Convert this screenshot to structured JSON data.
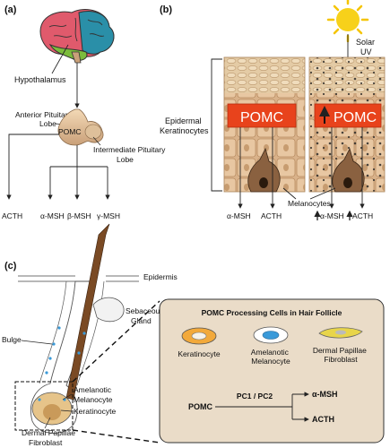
{
  "panels": {
    "a": {
      "label": "(a)",
      "brain": "Hypothalamus",
      "ant_pit": [
        "Anterior Pituitary",
        "Lobe"
      ],
      "gland": "POMC",
      "int_pit": [
        "Intermediate Pituitary",
        "Lobe"
      ],
      "products": [
        "ACTH",
        "α-MSH",
        "β-MSH",
        "γ-MSH"
      ]
    },
    "b": {
      "label": "(b)",
      "sun": [
        "Solar",
        "UV"
      ],
      "side_label": [
        "Epidermal",
        "Keratinocytes"
      ],
      "box_left": "POMC",
      "box_right": "POMC",
      "melanocytes": "Melanocytes",
      "left_out": [
        "α-MSH",
        "ACTH"
      ],
      "right_out": [
        "α-MSH",
        "ACTH"
      ]
    },
    "c": {
      "label": "(c)",
      "epidermis": "Epidermis",
      "sebaceous": [
        "Sebaceous",
        "Gland"
      ],
      "bulge": "Bulge",
      "amelanotic": [
        "Amelanotic",
        "Melanocyte"
      ],
      "keratinocyte": "Keratinocyte",
      "papilla": [
        "Dermal Papillae",
        "Fibroblast"
      ],
      "box": {
        "title": "POMC Processing Cells in Hair Follicle",
        "cells": [
          {
            "name": [
              "Keratinocyte"
            ],
            "color": "#f2a93b"
          },
          {
            "name": [
              "Amelanotic",
              "Melanocyte"
            ],
            "color": "#3a9ad9"
          },
          {
            "name": [
              "Dermal Papillae",
              "Fibroblast"
            ],
            "color": "#e8d54a"
          }
        ],
        "source": "POMC",
        "enzymes": "PC1 / PC2",
        "outputs": [
          "α-MSH",
          "ACTH"
        ]
      }
    }
  },
  "colors": {
    "pomc_box": "#e8431c",
    "tan": "#e6d2b2",
    "panel_c_box": "#eadcc8",
    "sun": "#f7d11a"
  }
}
